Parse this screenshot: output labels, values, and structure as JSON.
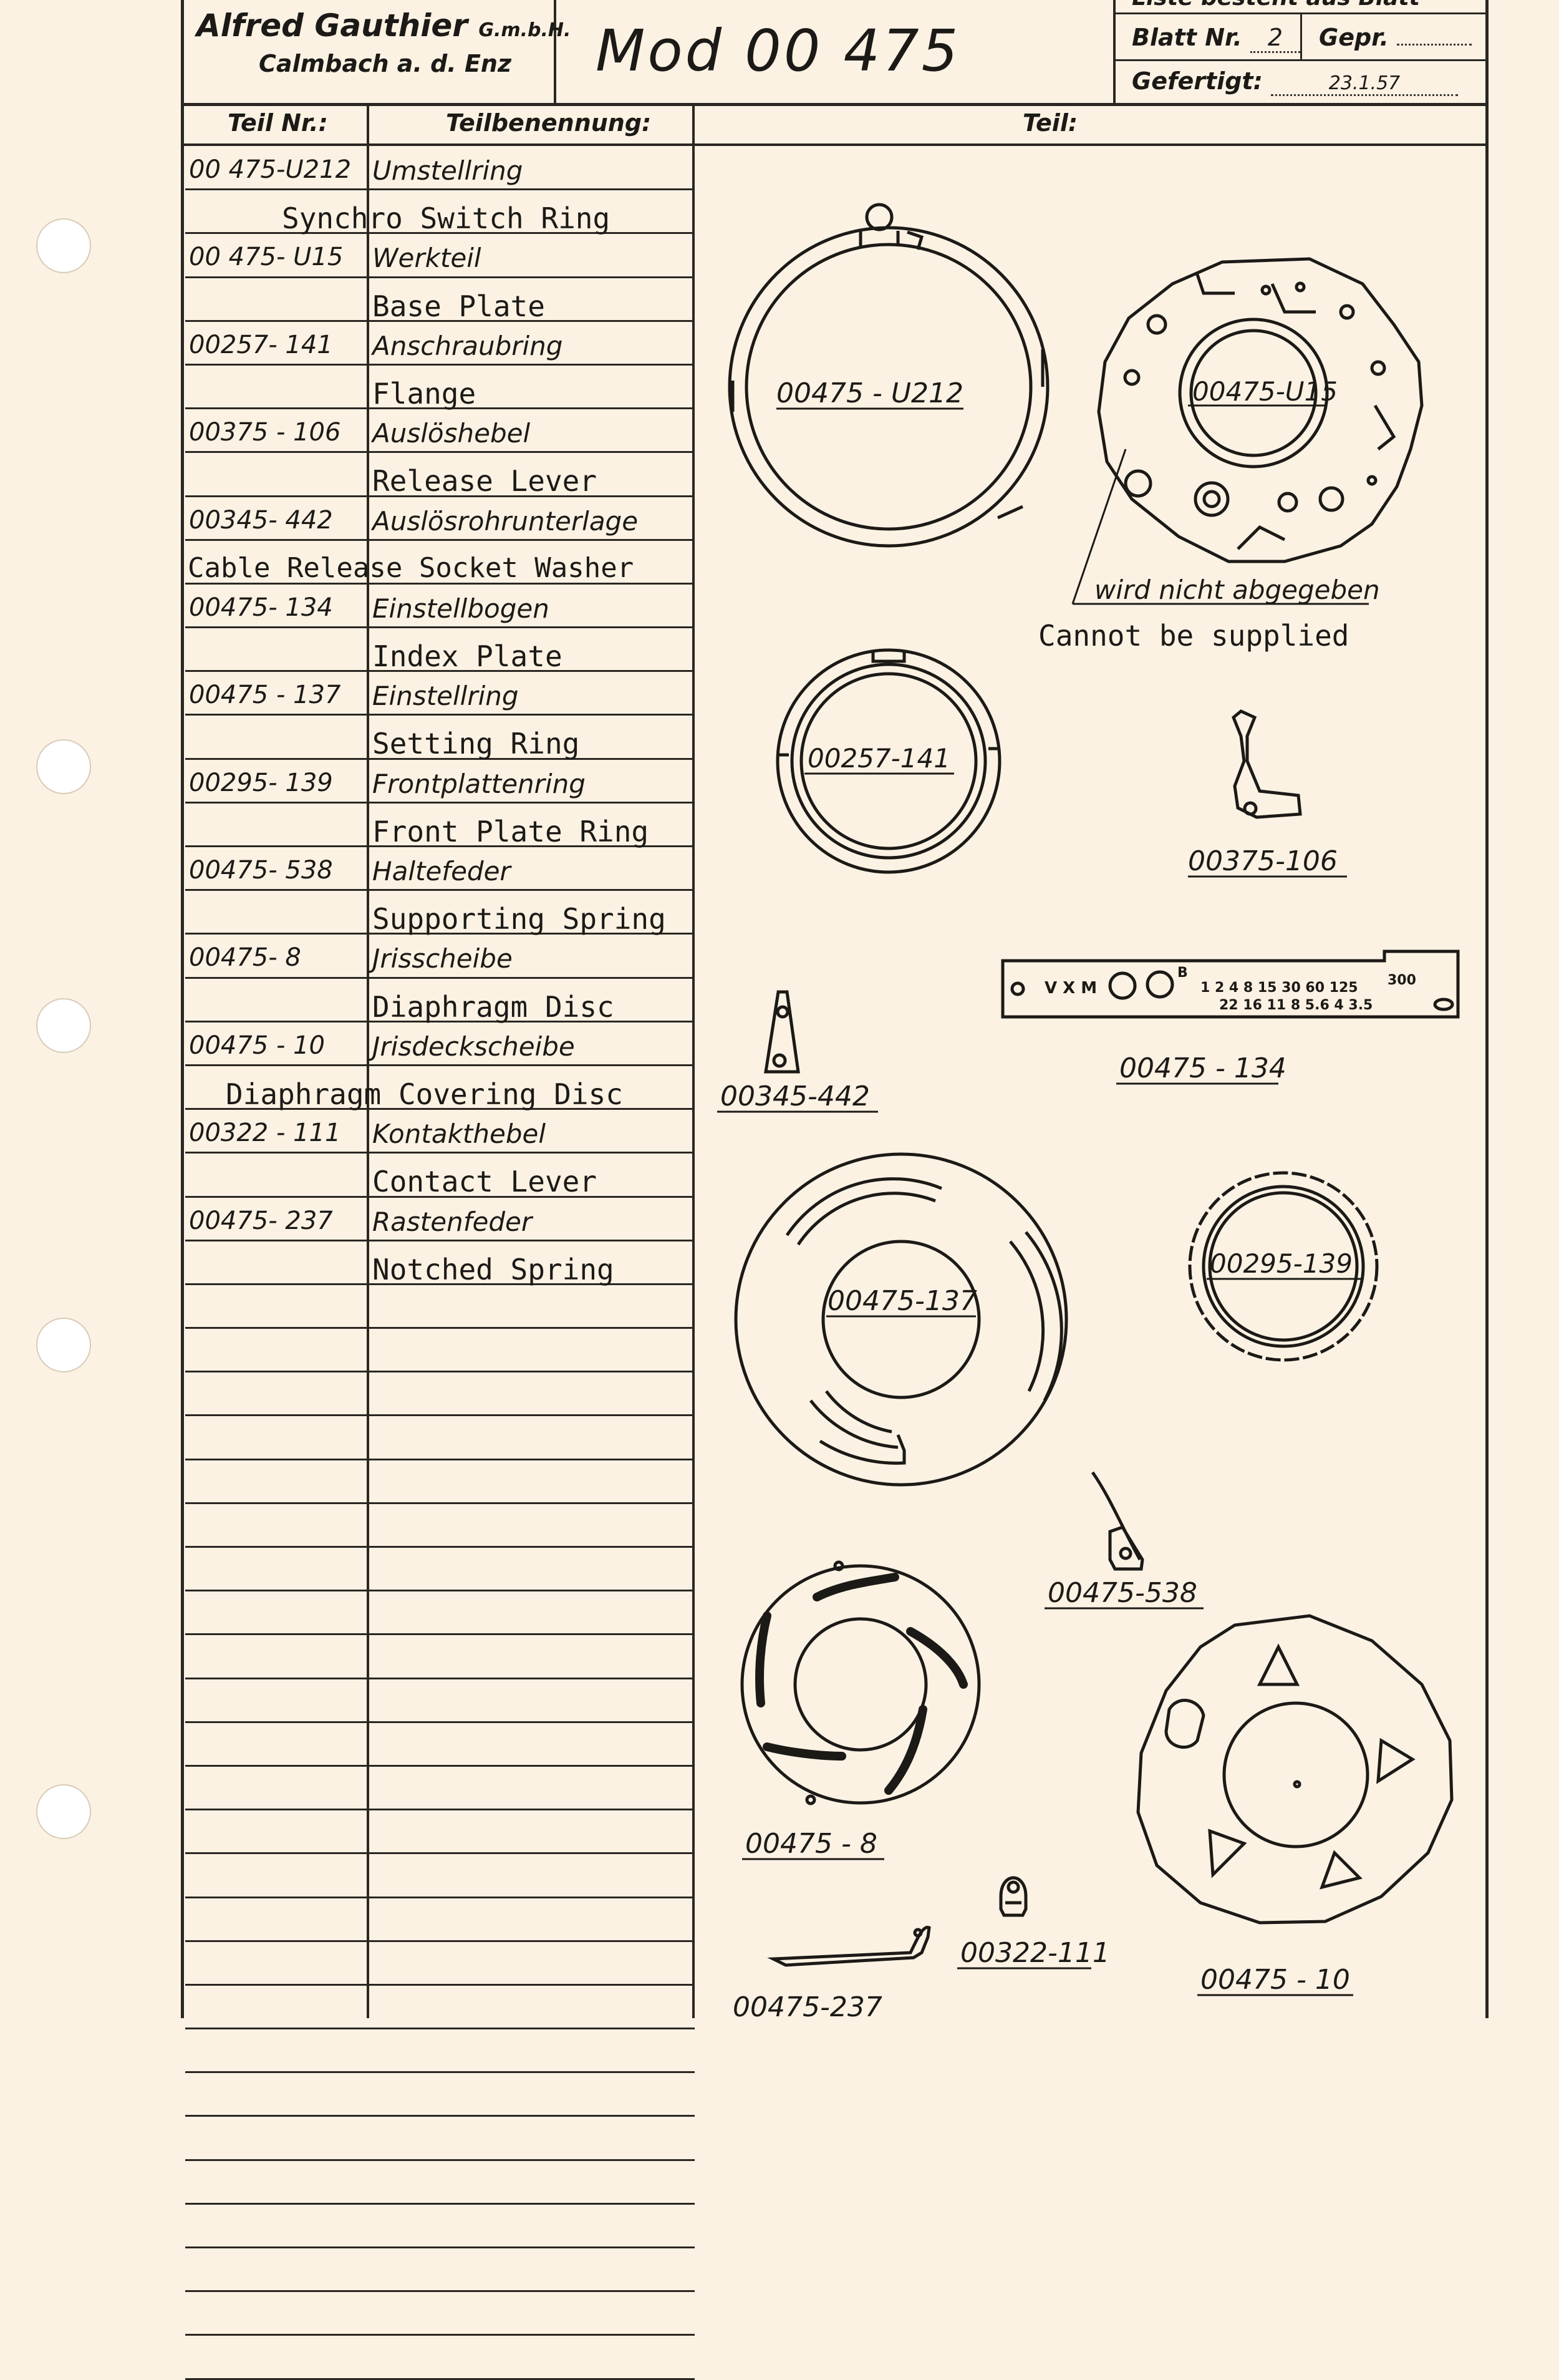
{
  "header": {
    "company": "Alfred Gauthier",
    "company_suffix": "G.m.b.H.",
    "location": "Calmbach a. d. Enz",
    "model": "Mod   00 475",
    "top_note": "Liste besteht aus Blatt",
    "sheet_label": "Blatt Nr.",
    "sheet_number": "2",
    "checked_label": "Gepr.",
    "made_label": "Gefertigt:",
    "made_date": "23.1.57"
  },
  "columns": {
    "part_number": "Teil Nr.:",
    "part_name": "Teilbenennung:",
    "part": "Teil:"
  },
  "parts_list": [
    {
      "number": "00 475-U212",
      "german": "Umstellring",
      "english": "Synchro Switch Ring"
    },
    {
      "number": "00 475- U15",
      "german": "Werkteil",
      "english": "Base Plate"
    },
    {
      "number": "00257- 141",
      "german": "Anschraubring",
      "english": "Flange"
    },
    {
      "number": "00375 - 106",
      "german": "Auslöshebel",
      "english": "Release Lever"
    },
    {
      "number": "00345- 442",
      "german": "Auslösrohrunterlage",
      "english": "Cable Release Socket Washer"
    },
    {
      "number": "00475- 134",
      "german": "Einstellbogen",
      "english": "Index Plate"
    },
    {
      "number": "00475 - 137",
      "german": "Einstellring",
      "english": "Setting Ring"
    },
    {
      "number": "00295- 139",
      "german": "Frontplattenring",
      "english": "Front Plate Ring"
    },
    {
      "number": "00475- 538",
      "german": "Haltefeder",
      "english": "Supporting Spring"
    },
    {
      "number": "00475-  8",
      "german": "Jrisscheibe",
      "english": "Diaphragm Disc"
    },
    {
      "number": "00475 - 10",
      "german": "Jrisdeckscheibe",
      "english": "Diaphragm Covering Disc"
    },
    {
      "number": "00322 - 111",
      "german": "Kontakthebel",
      "english": "Contact Lever"
    },
    {
      "number": "00475- 237",
      "german": "Rastenfeder",
      "english": "Notched Spring"
    }
  ],
  "drawings": {
    "u212": "00475 - U212",
    "u15": "00475-U15",
    "not_supplied_de": "wird nicht abgegeben",
    "not_supplied_en": "Cannot be supplied",
    "p141": "00257-141",
    "p106": "00375-106",
    "p442": "00345-442",
    "p134": "00475 - 134",
    "p137": "00475-137",
    "p139": "00295-139",
    "p538": "00475-538",
    "p8": "00475 - 8",
    "p10": "00475 - 10",
    "p111": "00322-111",
    "p237": "00475-237",
    "scale_marks": "V X M",
    "scale_top": "1  2  4  8  15  30  60 125",
    "scale_top_end": "300",
    "scale_bottom": "22 16 11  8  5.6  4  3.5",
    "flash_b": "B"
  }
}
